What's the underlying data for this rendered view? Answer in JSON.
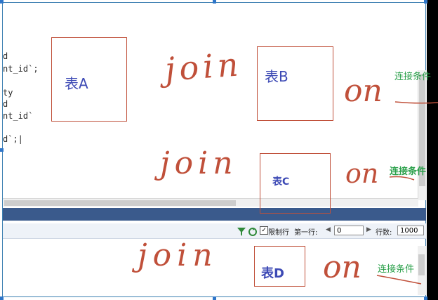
{
  "editor": {
    "code_lines": [
      "d",
      "nt_id`;",
      "",
      "ty",
      "d",
      "nt_id`",
      "",
      "d`;|"
    ]
  },
  "toolbar": {
    "filter_icon": "funnel-icon",
    "refresh_icon": "refresh-icon",
    "limit_rows_label": "限制行",
    "limit_rows_checked": true,
    "first_row_label": "第一行:",
    "first_row_value": "0",
    "rows_label": "行数:",
    "rows_value": "1000"
  },
  "annotations": {
    "table_a": "表A",
    "table_b": "表B",
    "table_c": "表C",
    "table_d": "表D",
    "join_word": "join",
    "on_word": "on",
    "condition_1": "连接条件",
    "condition_2": "连接条件",
    "condition_3": "连接条件",
    "ink_color": "#c0503a",
    "condition_color": "#2aa04a"
  }
}
